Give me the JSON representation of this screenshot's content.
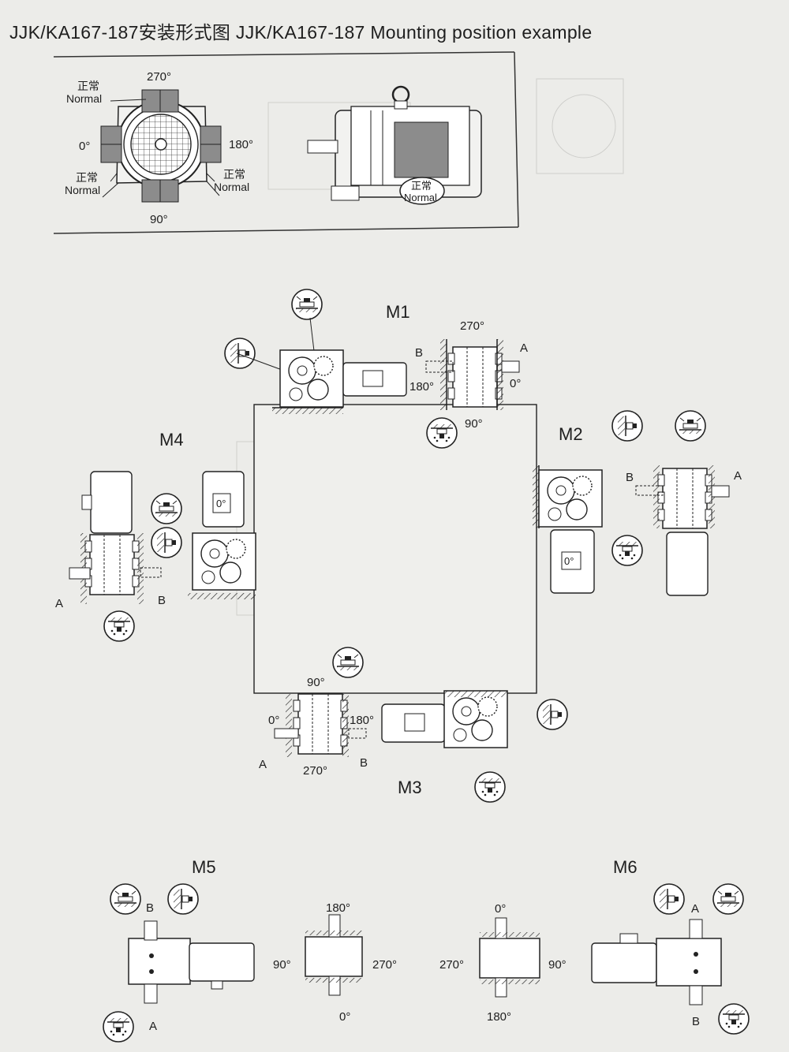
{
  "title": "JJK/KA167-187安装形式图  JJK/KA167-187 Mounting position example",
  "terminal_box": {
    "deg_270": "270°",
    "deg_0": "0°",
    "deg_180": "180°",
    "deg_90": "90°",
    "normal_cn": "正常",
    "normal_en": "Normal"
  },
  "positions": {
    "m1": "M1",
    "m2": "M2",
    "m3": "M3",
    "m4": "M4",
    "m5": "M5",
    "m6": "M6"
  },
  "labels": {
    "a": "A",
    "b": "B",
    "d0": "0°",
    "d90": "90°",
    "d180": "180°",
    "d270": "270°"
  },
  "colors": {
    "line": "#222222",
    "shade": "#8c8c8c",
    "paper": "#ecece9",
    "frame": "#333333"
  },
  "icons": [
    "breather-valve-icon",
    "oil-level-icon",
    "drain-plug-icon"
  ]
}
